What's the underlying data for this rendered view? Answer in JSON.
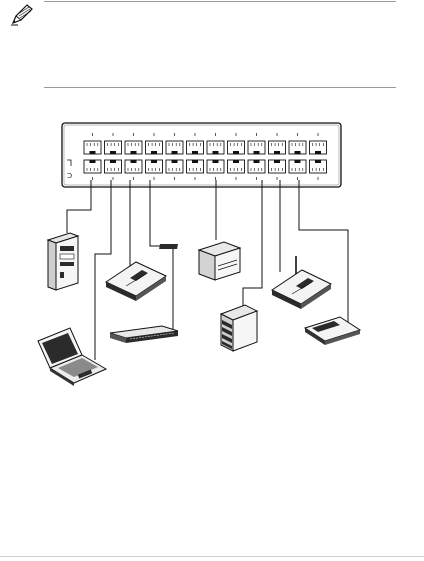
{
  "note": {
    "icon": "pen-note-icon",
    "text": ""
  },
  "switch": {
    "label": "",
    "port_groups": 4,
    "ports_per_group": 4
  },
  "devices": [
    {
      "name": "desktop-pc",
      "icon": "tower-pc-icon"
    },
    {
      "name": "router",
      "icon": "router-icon"
    },
    {
      "name": "printer",
      "icon": "printer-icon"
    },
    {
      "name": "wireless-router",
      "icon": "wireless-router-icon"
    },
    {
      "name": "laptop",
      "icon": "laptop-icon"
    },
    {
      "name": "rack-switch",
      "icon": "rack-switch-icon"
    },
    {
      "name": "file-server",
      "icon": "server-icon"
    },
    {
      "name": "network-hub",
      "icon": "hub-icon"
    }
  ],
  "colors": {
    "line": "#111111",
    "rule": "#9a9a9a",
    "device_fill": "#f2f2f2",
    "device_dark": "#2b2b2b"
  }
}
